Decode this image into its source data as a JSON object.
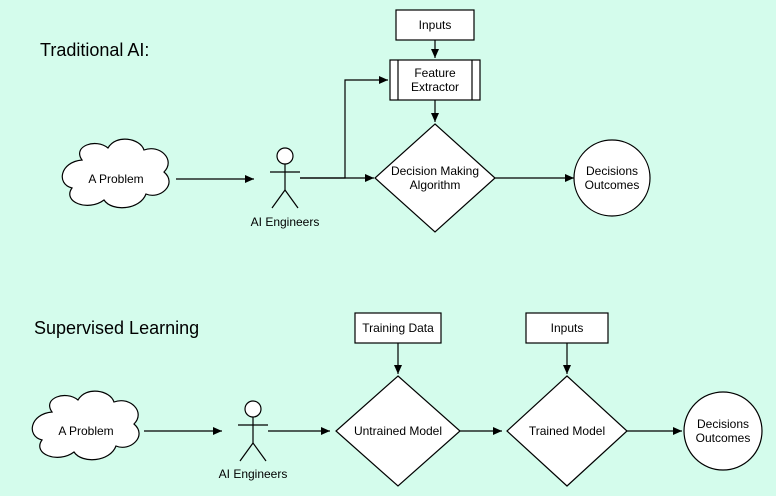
{
  "sections": {
    "traditional": {
      "title": "Traditional AI:",
      "problem": "A Problem",
      "actor": "AI Engineers",
      "inputs": "Inputs",
      "feature_extractor": [
        "Feature",
        "Extractor"
      ],
      "decision_algorithm": [
        "Decision Making",
        "Algorithm"
      ],
      "outcomes": [
        "Decisions",
        "Outcomes"
      ]
    },
    "supervised": {
      "title": "Supervised Learning",
      "problem": "A Problem",
      "actor": "AI Engineers",
      "training_data": "Training Data",
      "inputs": "Inputs",
      "untrained_model": "Untrained Model",
      "trained_model": "Trained Model",
      "outcomes": [
        "Decisions",
        "Outcomes"
      ]
    }
  },
  "colors": {
    "background": "#d4fcec",
    "shape_fill": "#ffffff",
    "stroke": "#000000"
  }
}
